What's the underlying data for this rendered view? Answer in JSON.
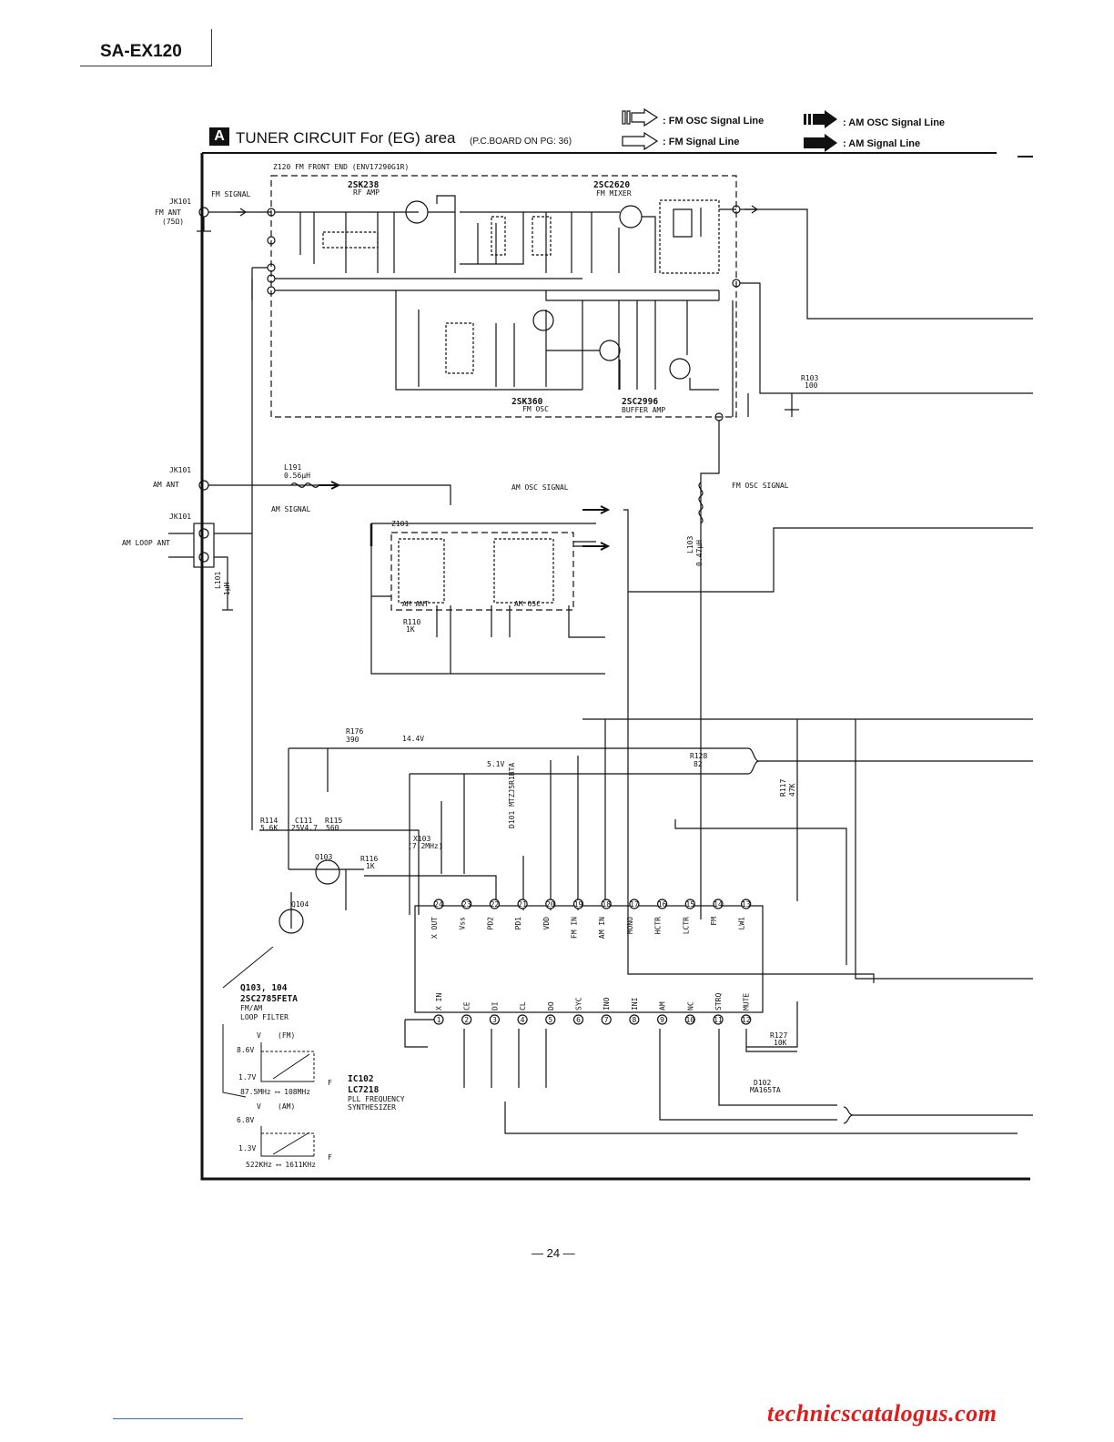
{
  "header": {
    "model": "SA-EX120"
  },
  "title": {
    "section_letter": "A",
    "text": "TUNER CIRCUIT For (EG) area",
    "sub": "(P.C.BOARD ON PG: 36)"
  },
  "legend": {
    "fm_osc": ": FM OSC Signal Line",
    "fm_signal": ": FM Signal Line",
    "am_osc": ": AM OSC Signal Line",
    "am_signal": ": AM Signal Line"
  },
  "labels": {
    "frontend": "Z120 FM FRONT END (ENV17290G1R)",
    "rfamp_part": "2SK238",
    "rfamp_role": "RF AMP",
    "mixer_part": "2SC2620",
    "mixer_role": "FM MIXER",
    "osc_part": "2SK360",
    "osc_role": "FM OSC",
    "buffer_part": "2SC2996",
    "buffer_role": "BUFFER AMP",
    "jk101_fm": "JK101",
    "fm_ant": "FM ANT",
    "fm_ant_ohm": "(75Ω)",
    "fm_signal": "FM SIGNAL",
    "jk101_am": "JK101",
    "am_ant": "AM ANT",
    "jk101_loop": "JK101",
    "am_loop_ant": "AM LOOP ANT",
    "l191": "L191",
    "l191_val": "0.56μH",
    "am_signal": "AM SIGNAL",
    "am_osc_signal": "AM OSC SIGNAL",
    "fm_osc_signal": "FM OSC SIGNAL",
    "z101": "Z101",
    "am_ant_block": "AM ANT",
    "am_osc_block": "AM OSC",
    "r110": "R110",
    "r110_val": "1K",
    "l103": "L103",
    "l103_val": "0.47μH",
    "l101": "L101",
    "l101_val": "1μH",
    "r103": "R103",
    "r103_val": "100",
    "r176": "R176",
    "r176_val": "390",
    "v144": "14.4V",
    "r128": "R128",
    "r128_val": "82",
    "d101": "D101 MTZJ5R1BTA",
    "v51": "5.1V",
    "q103": "Q103",
    "q104": "Q104",
    "r114": "R114",
    "r114_val": "5.6K",
    "c111": "C111",
    "c111_val": "25V4.7",
    "r115": "R115",
    "r115_val": "560",
    "r116": "R116",
    "r116_val": "1K",
    "x103": "X103",
    "x103_val": "(7.2MHz)",
    "q_parts": "Q103, 104",
    "q_part_no": "2SC2785FETA",
    "q_func1": "FM/AM",
    "q_func2": "LOOP FILTER",
    "ic102": "IC102",
    "ic_part": "LC7218",
    "ic_func1": "PLL FREQUENCY",
    "ic_func2": "SYNTHESIZER",
    "d102": "D102",
    "d102_val": "MA165TA",
    "r127": "R127",
    "r127_val": "10K",
    "r117": "R117",
    "r117_val": "47K"
  },
  "ic_pins_top": [
    {
      "num": "24",
      "name": "X OUT"
    },
    {
      "num": "23",
      "name": "Vss"
    },
    {
      "num": "22",
      "name": "PD2"
    },
    {
      "num": "21",
      "name": "PD1"
    },
    {
      "num": "20",
      "name": "VDD"
    },
    {
      "num": "19",
      "name": "FM IN"
    },
    {
      "num": "18",
      "name": "AM IN"
    },
    {
      "num": "17",
      "name": "MONO"
    },
    {
      "num": "16",
      "name": "HCTR"
    },
    {
      "num": "15",
      "name": "LCTR"
    },
    {
      "num": "14",
      "name": "FM"
    },
    {
      "num": "13",
      "name": "LW1"
    }
  ],
  "ic_pins_bottom": [
    {
      "num": "1",
      "name": "X IN"
    },
    {
      "num": "2",
      "name": "CE"
    },
    {
      "num": "3",
      "name": "DI"
    },
    {
      "num": "4",
      "name": "CL"
    },
    {
      "num": "5",
      "name": "DO"
    },
    {
      "num": "6",
      "name": "SYC"
    },
    {
      "num": "7",
      "name": "INO"
    },
    {
      "num": "8",
      "name": "INI"
    },
    {
      "num": "9",
      "name": "AM"
    },
    {
      "num": "10",
      "name": "NC"
    },
    {
      "num": "11",
      "name": "STRQ"
    },
    {
      "num": "12",
      "name": "MUTE"
    }
  ],
  "graph_fm": {
    "axis": "V",
    "mode": "(FM)",
    "v_high": "8.6V",
    "v_low": "1.7V",
    "f_range": "87.5MHz ⟷ 108MHz",
    "f_axis": "F"
  },
  "graph_am": {
    "axis": "V",
    "mode": "(AM)",
    "v_high": "6.8V",
    "v_low": "1.3V",
    "f_range": "522KHz ⟷ 1611KHz",
    "f_axis": "F"
  },
  "page_number": "— 24 —",
  "watermark": "technicscatalogus.com"
}
